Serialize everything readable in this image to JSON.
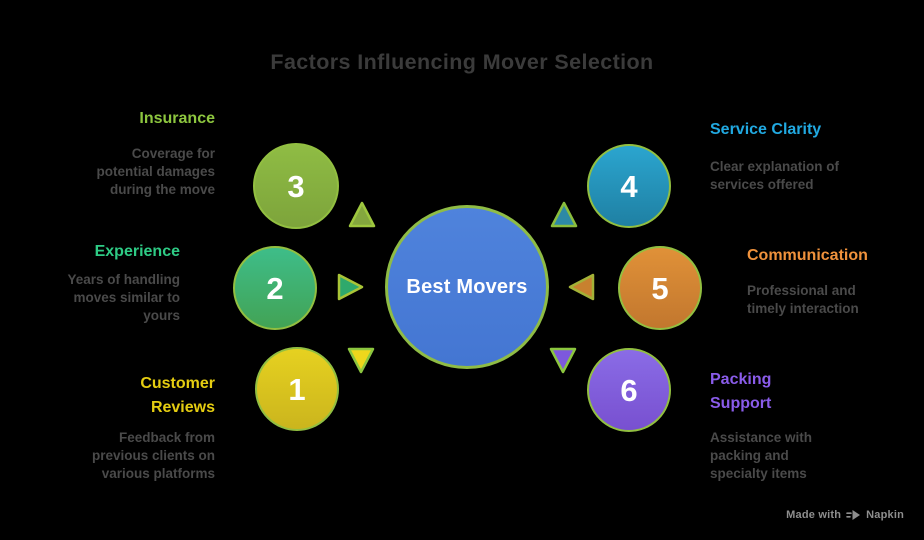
{
  "title": {
    "text": "Factors Influencing Mover Selection",
    "color": "#3b3b3b"
  },
  "center": {
    "label": "Best Movers",
    "fill_top": "#4f83dc",
    "fill_bottom": "#4476d2",
    "border": "#8fbc45"
  },
  "palette": {
    "background": "#000000",
    "circle_border": "#92bf41",
    "description_color": "#4a4a4a",
    "number_color": "#ffffff"
  },
  "factors": [
    {
      "number": "1",
      "label": "Customer Reviews",
      "description": "Feedback from previous clients on various platforms",
      "label_color": "#e5cd11",
      "circle_top": "#e6d120",
      "circle_bottom": "#cbb51d"
    },
    {
      "number": "2",
      "label": "Experience",
      "description": "Years of handling moves similar to yours",
      "label_color": "#2ecb85",
      "circle_top": "#3ebd89",
      "circle_bottom": "#42a355"
    },
    {
      "number": "3",
      "label": "Insurance",
      "description": "Coverage for potential damages during the move",
      "label_color": "#8dc63f",
      "circle_top": "#8fbc44",
      "circle_bottom": "#7da43b"
    },
    {
      "number": "4",
      "label": "Service Clarity",
      "description": "Clear explanation of services offered",
      "label_color": "#21a9e1",
      "circle_top": "#2ba5cf",
      "circle_bottom": "#1f80a3"
    },
    {
      "number": "5",
      "label": "Communication",
      "description": "Professional and timely interaction",
      "label_color": "#f0923c",
      "circle_top": "#e09138",
      "circle_bottom": "#c2772e"
    },
    {
      "number": "6",
      "label": "Packing Support",
      "description": "Assistance with packing and specialty items",
      "label_color": "#8a5cea",
      "circle_top": "#8a6ce6",
      "circle_bottom": "#7850d0"
    }
  ],
  "arrows": [
    {
      "name": "up-left",
      "direction": "up",
      "fill": "#84a73e",
      "stroke": "#9ec73e"
    },
    {
      "name": "right",
      "direction": "right",
      "fill": "#2fa96c",
      "stroke": "#a9c437"
    },
    {
      "name": "down-left",
      "direction": "down",
      "fill": "#eed71c",
      "stroke": "#8cc63f"
    },
    {
      "name": "up-right",
      "direction": "up",
      "fill": "#2d89a6",
      "stroke": "#8abd3d"
    },
    {
      "name": "left",
      "direction": "left",
      "fill": "#c8812f",
      "stroke": "#a3b237"
    },
    {
      "name": "down-right",
      "direction": "down",
      "fill": "#7d58dd",
      "stroke": "#8cc63f"
    }
  ],
  "watermark": {
    "prefix": "Made with",
    "brand": "Napkin",
    "color": "#8e8e8e"
  }
}
